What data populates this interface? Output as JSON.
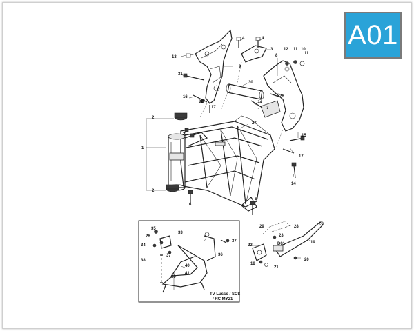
{
  "badge": {
    "code": "A01"
  },
  "callouts": {
    "c1": "1",
    "c2a": "2",
    "c2b": "2",
    "c2c": "2",
    "c3": "3",
    "c4a": "4",
    "c4b": "4",
    "c5": "5",
    "c6a": "6",
    "c6b": "6",
    "c7": "7",
    "c8": "8",
    "c9": "9",
    "c10": "10",
    "c11a": "11",
    "c11b": "11",
    "c12": "12",
    "c13": "13",
    "c14": "14",
    "c15": "15",
    "c16": "16",
    "c17a": "17",
    "c17b": "17",
    "c24": "24",
    "c26": "26",
    "c27": "27",
    "c30": "30",
    "c31": "31",
    "c32": "32"
  },
  "inset": {
    "c18": "18",
    "c19": "19",
    "c20": "20",
    "c21": "21",
    "c22": "22",
    "c23": "23",
    "c26": "26",
    "c28": "28",
    "c29": "29",
    "c33": "33",
    "c34": "34",
    "c35": "35",
    "c36": "36",
    "c37a": "37",
    "c37b": "37",
    "c38": "38",
    "c39": "39",
    "c40": "40",
    "c41": "41",
    "d01": "D01",
    "note_line1": "TV Lusso / SCS",
    "note_line2": "/ RC MY21"
  }
}
